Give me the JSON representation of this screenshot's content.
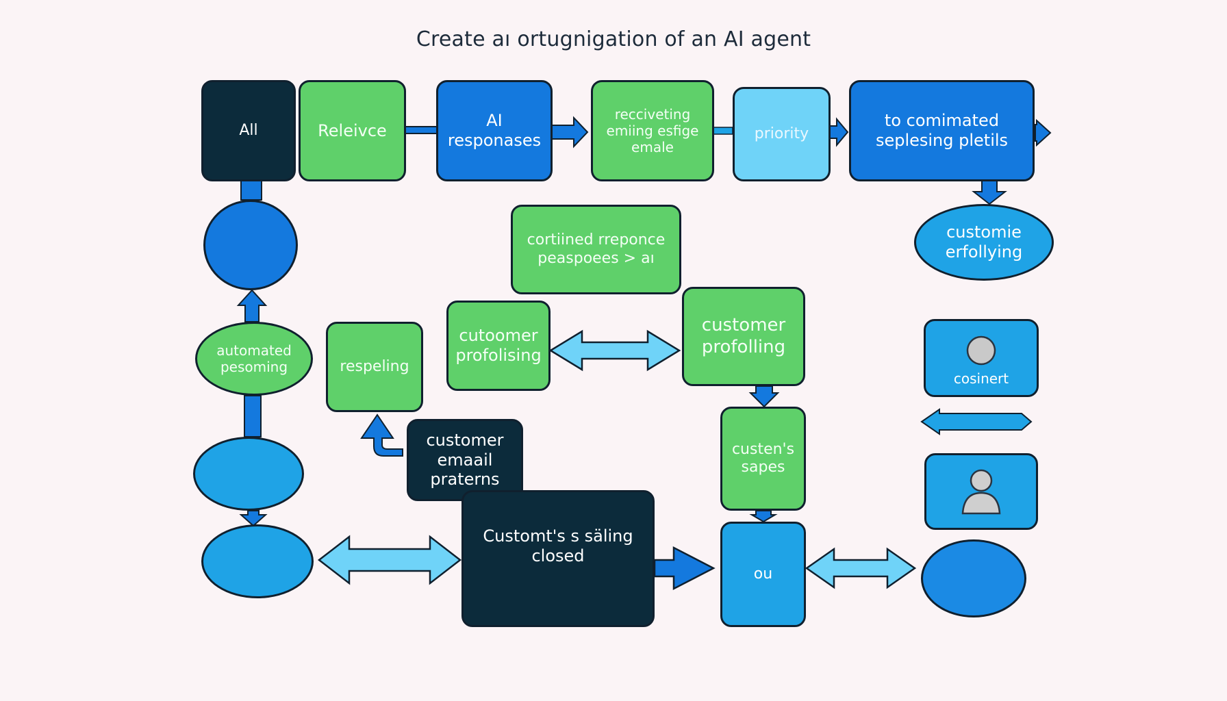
{
  "title": "Create aı ortugnigation of an AI agent",
  "colors": {
    "background": "#fbf4f6",
    "green": "#5fd06a",
    "blue": "#1479de",
    "sky_blue": "#1fa3e6",
    "light_blue": "#6fd3f8",
    "dark_navy": "#0c2b3b"
  },
  "nodes": {
    "all": "All",
    "releivce": "Releivce",
    "ai_responses": "AI\nresponases",
    "receiving_email": "recciveting\nemiing esfige\nemale",
    "priority": "priority",
    "to_comimated": "to comimated\nseplesing pletils",
    "customie_erfollying": "customie\nerfollying",
    "confirmed_response": "cortiined rreponce\npeaspoees > aı",
    "automated_pesoming": "automated\npesoming",
    "respeling": "respeling",
    "cutoomer_profolising": "cutoomer\nprofolising",
    "customer_profolling": "customer\nprofolling",
    "customer_email_praterns": "customer\nemaail\nprаterns",
    "custens_sapes": "custen's\nsapes",
    "customts_saling_closed": "Customt's s säling\nclosed",
    "ou": "ou",
    "cosinert": "cosinert"
  },
  "icons": {
    "person_card_top": "person-head-icon",
    "person_card_bottom": "user-avatar-icon"
  }
}
